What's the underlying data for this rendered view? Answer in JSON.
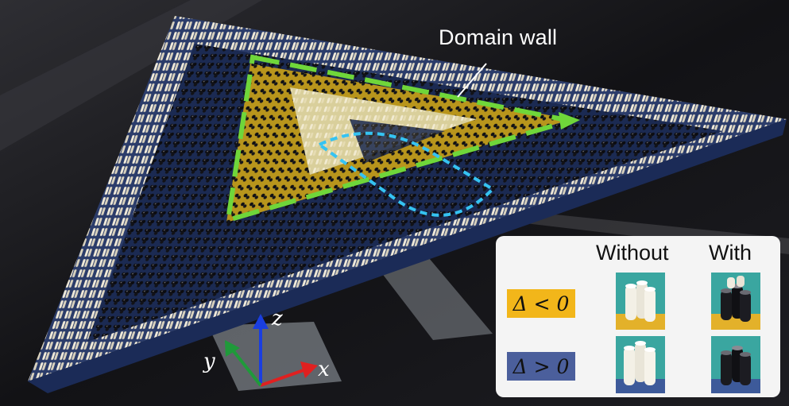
{
  "annotations": {
    "domain_wall_label": "Domain wall",
    "axis_x": "x",
    "axis_y": "y",
    "axis_z": "z"
  },
  "legend": {
    "col_without": "Without",
    "col_with": "With",
    "rows": [
      {
        "label": "Δ < 0",
        "color": "#f2b61a"
      },
      {
        "label": "Δ > 0",
        "color": "#4b5f9c"
      }
    ]
  },
  "colors": {
    "domain_wall_outline": "#6fd63a",
    "inner_region_outline": "#35c3f2",
    "pillar_white": "#ebe6d6",
    "pillar_black": "#15151a",
    "yellow_domain": "#c9a21e",
    "blue_domain": "#223a6e",
    "axis_x": "#e02020",
    "axis_y": "#1f9a3a",
    "axis_z": "#1a3ee0"
  }
}
